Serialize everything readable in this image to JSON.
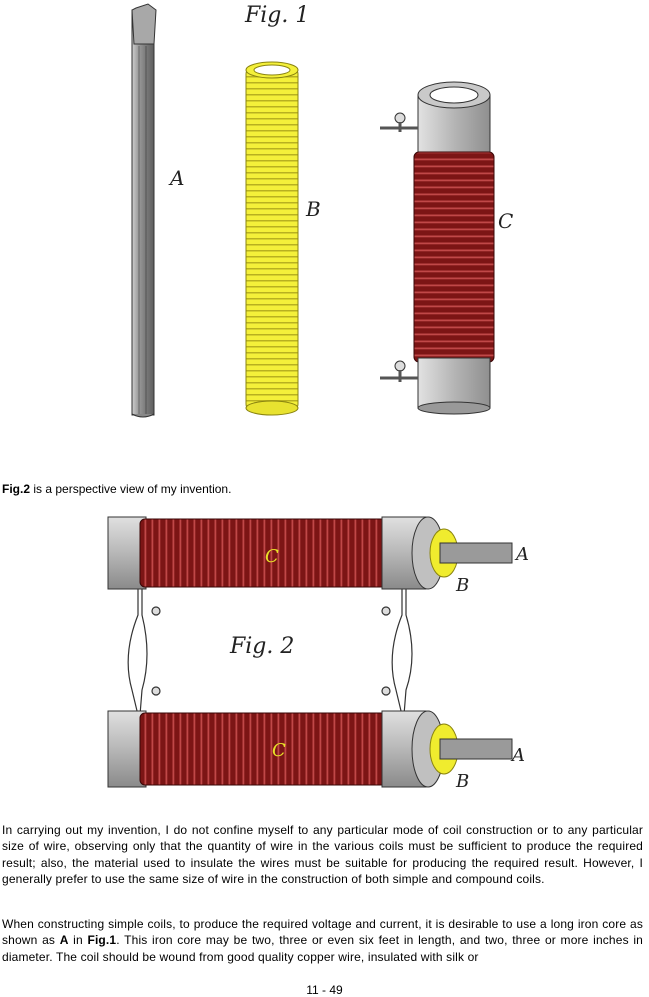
{
  "fig1": {
    "title": "Fig. 1",
    "label_a": "A",
    "label_b": "B",
    "label_c": "C"
  },
  "caption": {
    "fig_ref": "Fig.2",
    "text": " is a perspective view of my invention."
  },
  "fig2": {
    "title": "Fig. 2",
    "label_c_top": "C",
    "label_c_bottom": "C",
    "label_a_top": "A",
    "label_a_bottom": "A",
    "label_b_top": "B",
    "label_b_bottom": "B"
  },
  "para1": "In carrying out my invention, I do not confine myself to any particular mode of coil construction or to any particular size of wire, observing only that the quantity of wire in the various coils must be sufficient to produce the required result; also, the material used to insulate the wires must be suitable for producing the required result.  However, I generally prefer to use the same size of wire in the construction of both simple and compound coils.",
  "para2": {
    "t1": "When constructing simple coils, to produce the required voltage and current, it is desirable to use a long iron core as shown as ",
    "b1": "A",
    "t2": " in ",
    "b2": "Fig.1",
    "t3": ".  This iron core may be two, three or even six feet in length, and two, three or more inches in diameter.  The coil should be wound from good quality copper wire, insulated with silk or"
  },
  "page_number": "11 - 49",
  "colors": {
    "rod": "#8a8a8a",
    "yellow_coil": "#f2ee2e",
    "red_coil": "#7a1414",
    "cap_gray": "#b9b9b9"
  }
}
